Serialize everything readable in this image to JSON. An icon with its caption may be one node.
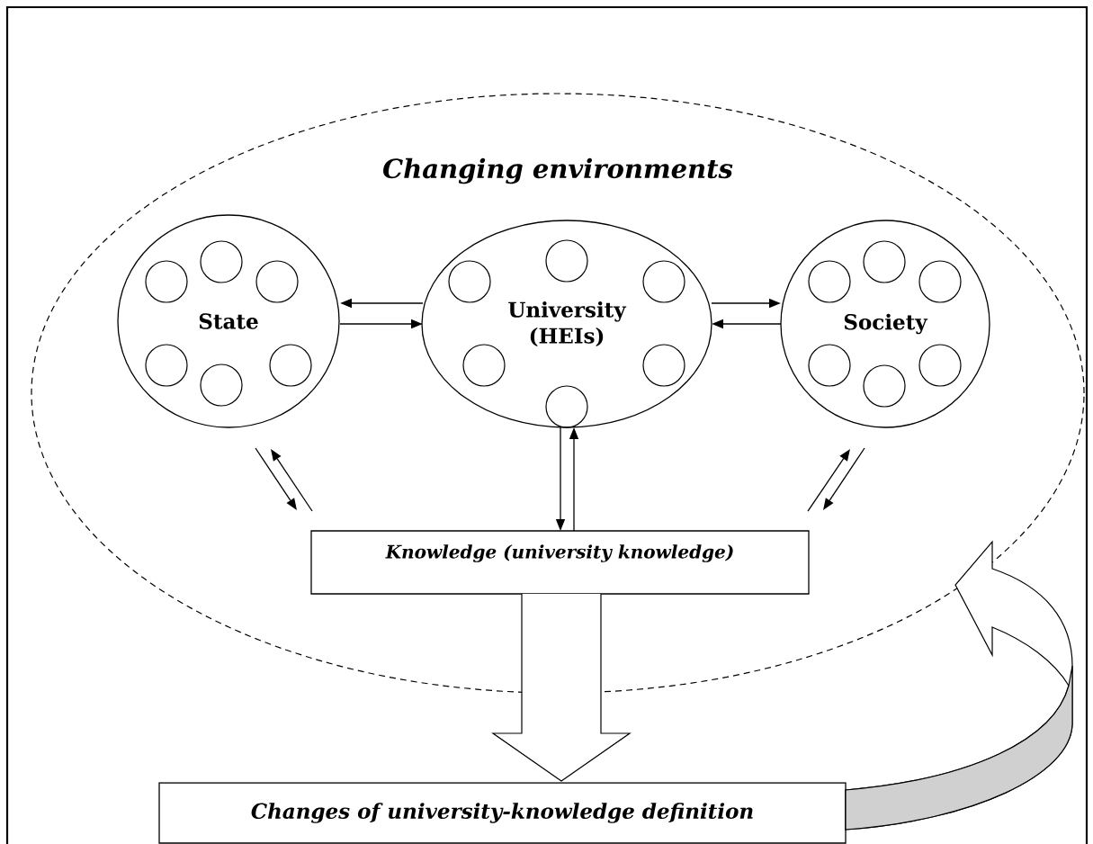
{
  "diagram": {
    "nodes": [
      {
        "text": [
          "Changing environments"
        ]
      },
      {
        "text": [
          "State"
        ],
        "in": 0
      },
      {
        "text": [
          "University (HEIs)"
        ],
        "in": 0
      },
      {
        "text": [
          "Society"
        ],
        "in": 0
      },
      {
        "text": [
          "Knowledge (university knowledge)"
        ],
        "in": 0
      },
      {
        "text": [
          "Changes of university-knowledge definition"
        ]
      }
    ],
    "edges": [
      {
        "from": 2,
        "to": 1,
        "arrow": "to"
      },
      {
        "from": 1,
        "to": 2,
        "arrow": "to"
      },
      {
        "from": 2,
        "to": 3,
        "arrow": "to"
      },
      {
        "from": 3,
        "to": 2,
        "arrow": "to"
      },
      {
        "from": 1,
        "to": 4,
        "arrow": "to"
      },
      {
        "from": 4,
        "to": 1,
        "arrow": "to"
      },
      {
        "from": 2,
        "to": 4,
        "arrow": "to"
      },
      {
        "from": 4,
        "to": 2,
        "arrow": "to"
      },
      {
        "from": 4,
        "to": 3,
        "arrow": "to"
      },
      {
        "from": 3,
        "to": 4,
        "arrow": "to"
      },
      {
        "from": 4,
        "to": 5,
        "arrow": "to",
        "style": "thick"
      },
      {
        "from": 5,
        "to": 0,
        "arrow": "to",
        "style": "thick"
      }
    ]
  }
}
